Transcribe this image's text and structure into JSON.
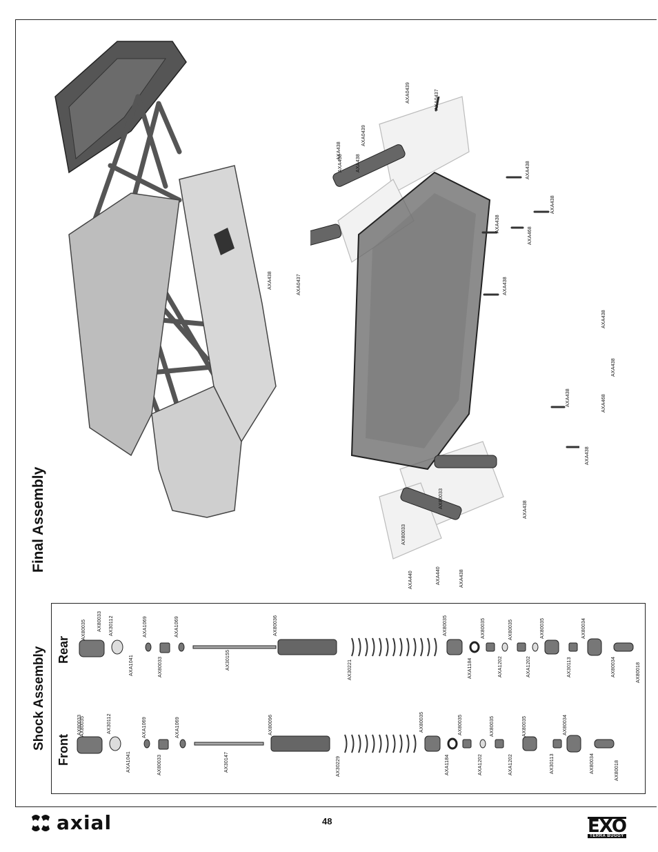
{
  "page": {
    "title_final": "Final Assembly",
    "title_shock": "Shock Assembly",
    "page_number": "48",
    "brand_left": "axial",
    "brand_right_big": "EXO",
    "brand_right_small": "TERRA BUGGY"
  },
  "shock_rows": {
    "front": "Front",
    "rear": "Rear"
  },
  "final_labels": [
    "AXA0439",
    "AXA0437",
    "AXA438",
    "AXA0439",
    "AXA438",
    "AXA438",
    "AXA438",
    "AXA438",
    "AXA468",
    "AXA438",
    "AXA438",
    "AXA0437",
    "AXA438",
    "AXA438",
    "AXA438",
    "AXA438",
    "AXA468",
    "AXA438",
    "AXA438",
    "AX80033",
    "AX80033",
    "AXA440",
    "AXA440",
    "AXA438"
  ],
  "rear_labels": [
    "AX80035",
    "AX80033",
    "AX30112",
    "AXA1041",
    "AXA1069",
    "AX80033",
    "AXA1069",
    "AX30155",
    "AX80036",
    "AX30221",
    "AX80035",
    "AXA1184",
    "AX80035",
    "AXA1202",
    "AX80035",
    "AXA1202",
    "AX80035",
    "AX30113",
    "AX80034",
    "AX80034",
    "AX80018"
  ],
  "front_labels": [
    "AX80035",
    "AX80033",
    "AX30112",
    "AXA1041",
    "AXA1069",
    "AX80033",
    "AXA1069",
    "AX30147",
    "AX80096",
    "AX30229",
    "AX80035",
    "AXA1184",
    "AX80035",
    "AXA1202",
    "AX80035",
    "AXA1202",
    "AX80035",
    "AX30113",
    "AX80034",
    "AX80034",
    "AX80018"
  ]
}
